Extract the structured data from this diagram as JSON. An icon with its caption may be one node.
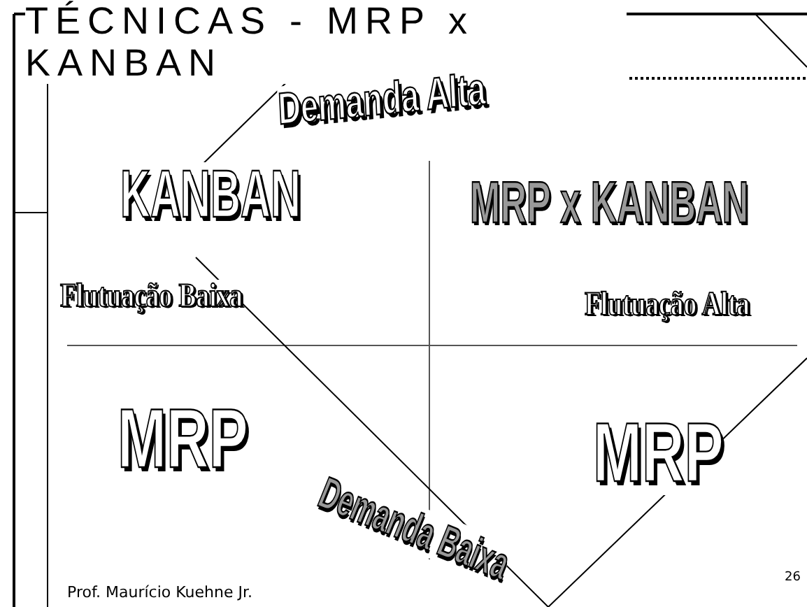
{
  "diagram": {
    "title": "TÉCNICAS - MRP x KANBAN",
    "labels": [
      "Demanda Alta",
      "KANBAN",
      "MRP x KANBAN",
      "Flutuação Baixa",
      "Flutuação Alta",
      "MRP",
      "MRP",
      "Demanda Baixa",
      "Prof. Maurício Kuehne Jr.",
      "26"
    ]
  }
}
